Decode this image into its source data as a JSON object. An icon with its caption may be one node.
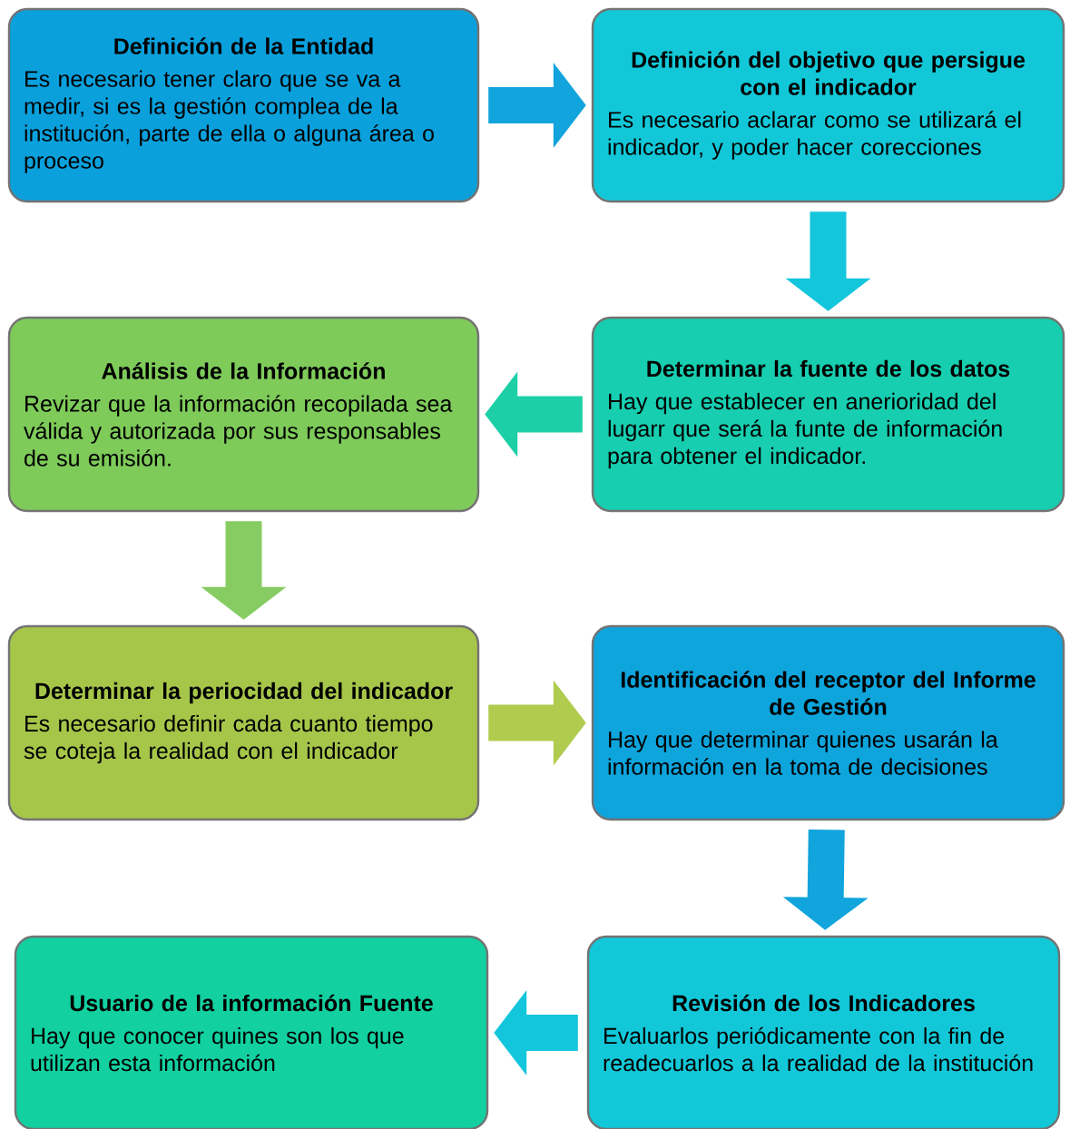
{
  "diagram": {
    "nodes": [
      {
        "text": [
          "Definición de la Entidad",
          "Es necesario tener claro que se va a medir, si es la gestión complea de la institución, parte de ella o alguna área o proceso"
        ]
      },
      {
        "text": [
          "Definición del objetivo que persigue con el indicador",
          "Es necesario aclarar como se utilizará el indicador, y poder hacer corecciones"
        ]
      },
      {
        "text": [
          "Determinar la fuente de los datos",
          "Hay que establecer en anerioridad del lugarr que será la funte de información para obtener el indicador."
        ]
      },
      {
        "text": [
          "Análisis de la Información",
          "Revizar que la información recopilada sea válida y autorizada por sus responsables de su emisión."
        ]
      },
      {
        "text": [
          "Determinar la periocidad del indicador",
          "Es necesario definir cada cuanto tiempo se coteja la realidad con el indicador"
        ]
      },
      {
        "text": [
          "Identificación del receptor del Informe de Gestión",
          "Hay que determinar quienes usarán la información en la toma de decisiones"
        ]
      },
      {
        "text": [
          "Revisión de los Indicadores",
          "Evaluarlos periódicamente con la fin de readecuarlos a la realidad de la institución"
        ]
      },
      {
        "text": [
          "Usuario de la información Fuente",
          "Hay que conocer quines son los que utilizan esta información"
        ]
      }
    ],
    "edges": [
      {
        "from": 0,
        "to": 1,
        "arrow": "to",
        "color": "#12a4dc"
      },
      {
        "from": 1,
        "to": 2,
        "arrow": "to",
        "color": "#14c6dc"
      },
      {
        "from": 2,
        "to": 3,
        "arrow": "to",
        "color": "#1ccfa6"
      },
      {
        "from": 3,
        "to": 4,
        "arrow": "to",
        "color": "#86cc62"
      },
      {
        "from": 4,
        "to": 5,
        "arrow": "to",
        "color": "#b0cc4e"
      },
      {
        "from": 5,
        "to": 6,
        "arrow": "to",
        "color": "#12a4dc"
      },
      {
        "from": 6,
        "to": 7,
        "arrow": "to",
        "color": "#14c6dc"
      }
    ]
  }
}
